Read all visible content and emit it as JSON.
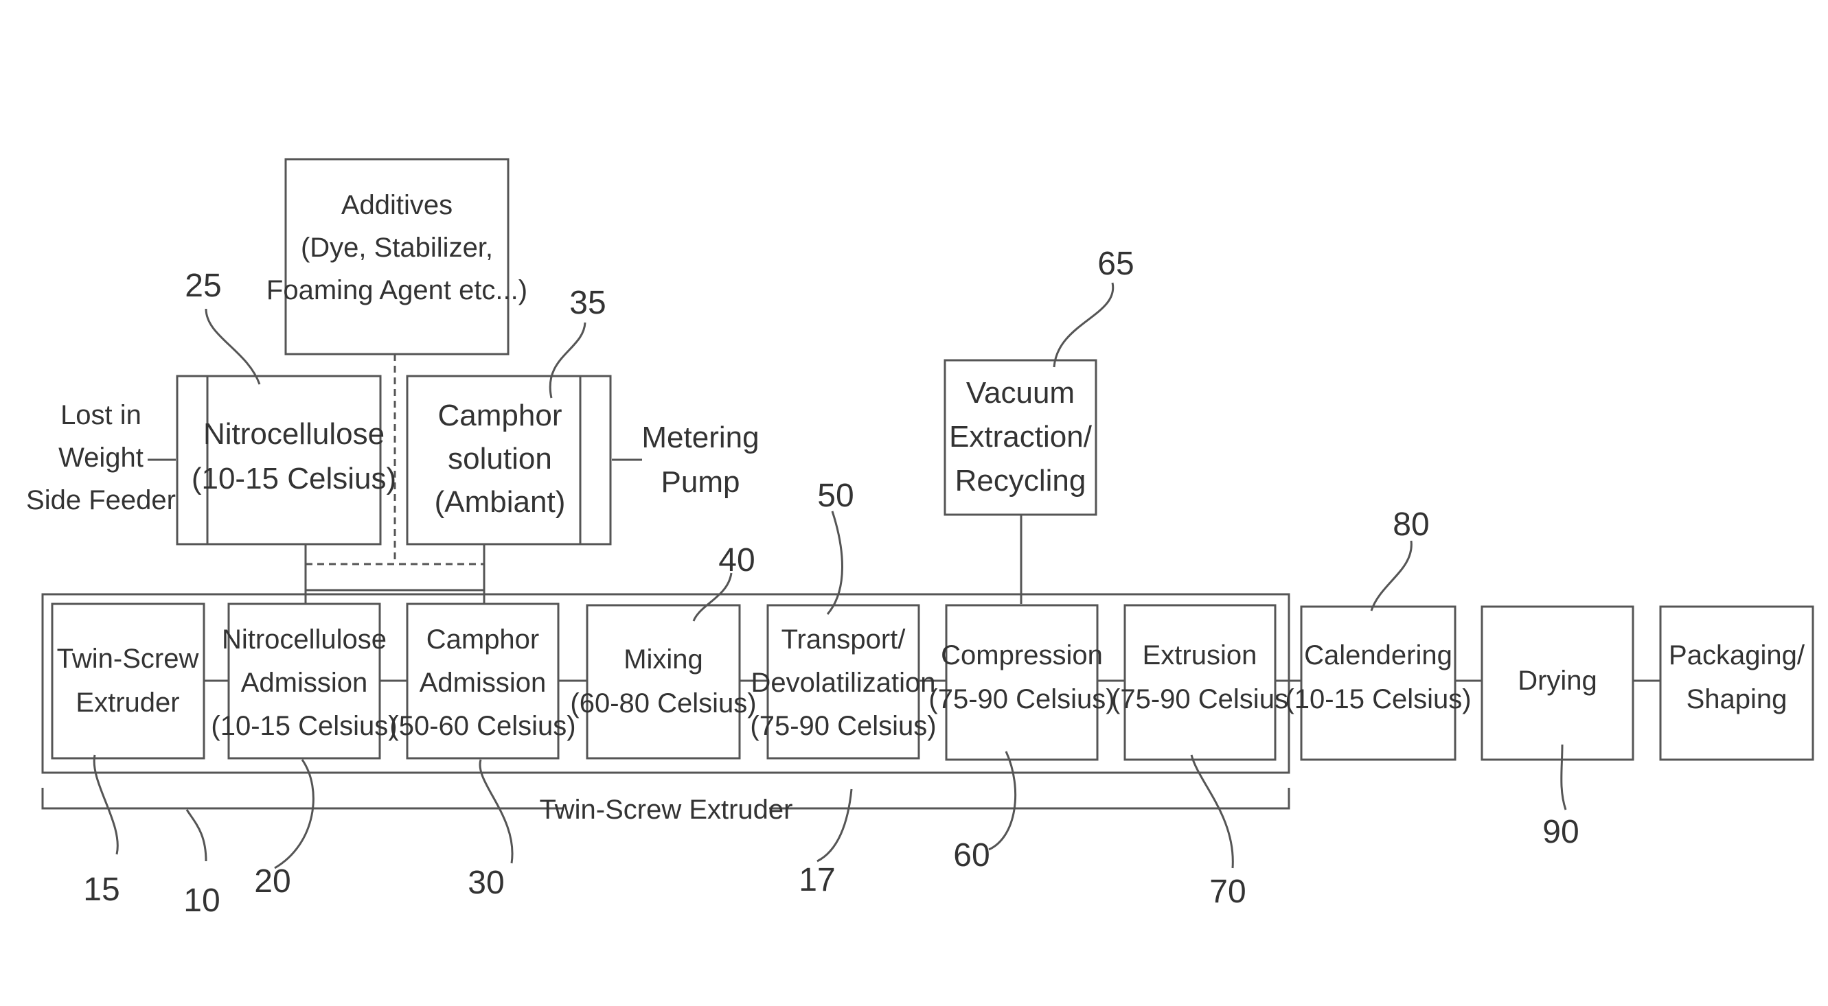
{
  "top_boxes": {
    "additives": [
      "Additives",
      "(Dye, Stabilizer,",
      "Foaming Agent etc...)"
    ],
    "nitrocellulose_feed": [
      "Nitrocellulose",
      "(10-15 Celsius)"
    ],
    "camphor_solution": [
      "Camphor",
      "solution",
      "(Ambiant)"
    ],
    "vacuum": [
      "Vacuum",
      "Extraction/",
      "Recycling"
    ]
  },
  "side_labels": {
    "feeder": [
      "Lost in",
      "Weight",
      "Side Feeder"
    ],
    "pump": [
      "Metering",
      "Pump"
    ]
  },
  "process_boxes": {
    "twin_screw": [
      "Twin-Screw",
      "Extruder"
    ],
    "nitro_admission": [
      "Nitrocellulose",
      "Admission",
      "(10-15 Celsius)"
    ],
    "camphor_admission": [
      "Camphor",
      "Admission",
      "(50-60 Celsius)"
    ],
    "mixing": [
      "Mixing",
      "(60-80 Celsius)"
    ],
    "transport": [
      "Transport/",
      "Devolatilization",
      "(75-90 Celsius)"
    ],
    "compression": [
      "Compression",
      "(75-90 Celsius)"
    ],
    "extrusion": [
      "Extrusion",
      "(75-90 Celsius"
    ],
    "calendering": [
      "Calendering",
      "(10-15 Celsius)"
    ],
    "drying": [
      "Drying"
    ],
    "packaging": [
      "Packaging/",
      "Shaping"
    ]
  },
  "bracket_label": "Twin-Screw Extruder",
  "ref_numbers": {
    "n25": "25",
    "n35": "35",
    "n65": "65",
    "n40": "40",
    "n50": "50",
    "n80": "80",
    "n15": "15",
    "n10": "10",
    "n20": "20",
    "n30": "30",
    "n17": "17",
    "n60": "60",
    "n70": "70",
    "n90": "90"
  }
}
